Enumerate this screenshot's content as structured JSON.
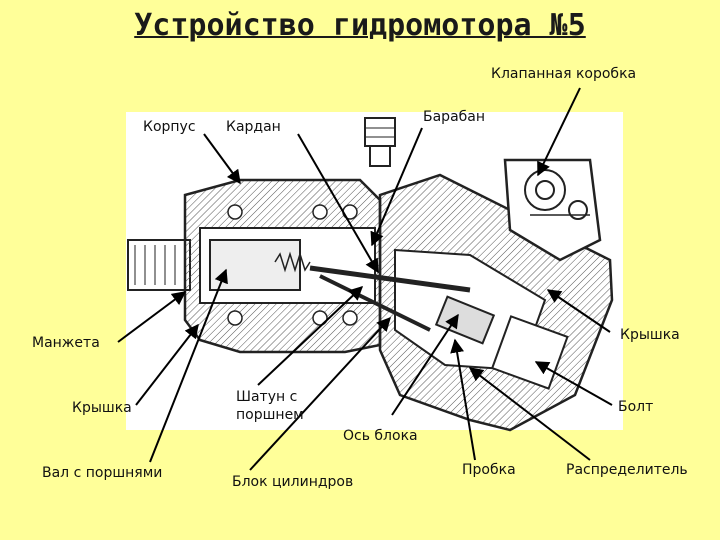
{
  "title": "Устройство гидромотора №5",
  "labels": {
    "valve_box": "Клапанная коробка",
    "housing": "Корпус",
    "cardan": "Кардан",
    "drum": "Барабан",
    "cuff": "Манжета",
    "cover_right": "Крышка",
    "cover_left": "Крышка",
    "rod_piston": "Шатун с\nпоршнем",
    "bolt": "Болт",
    "block_axis": "Ось блока",
    "shaft_pistons": "Вал с поршнями",
    "cylinder_block": "Блок цилиндров",
    "plug": "Пробка",
    "distributor": "Распределитель"
  }
}
